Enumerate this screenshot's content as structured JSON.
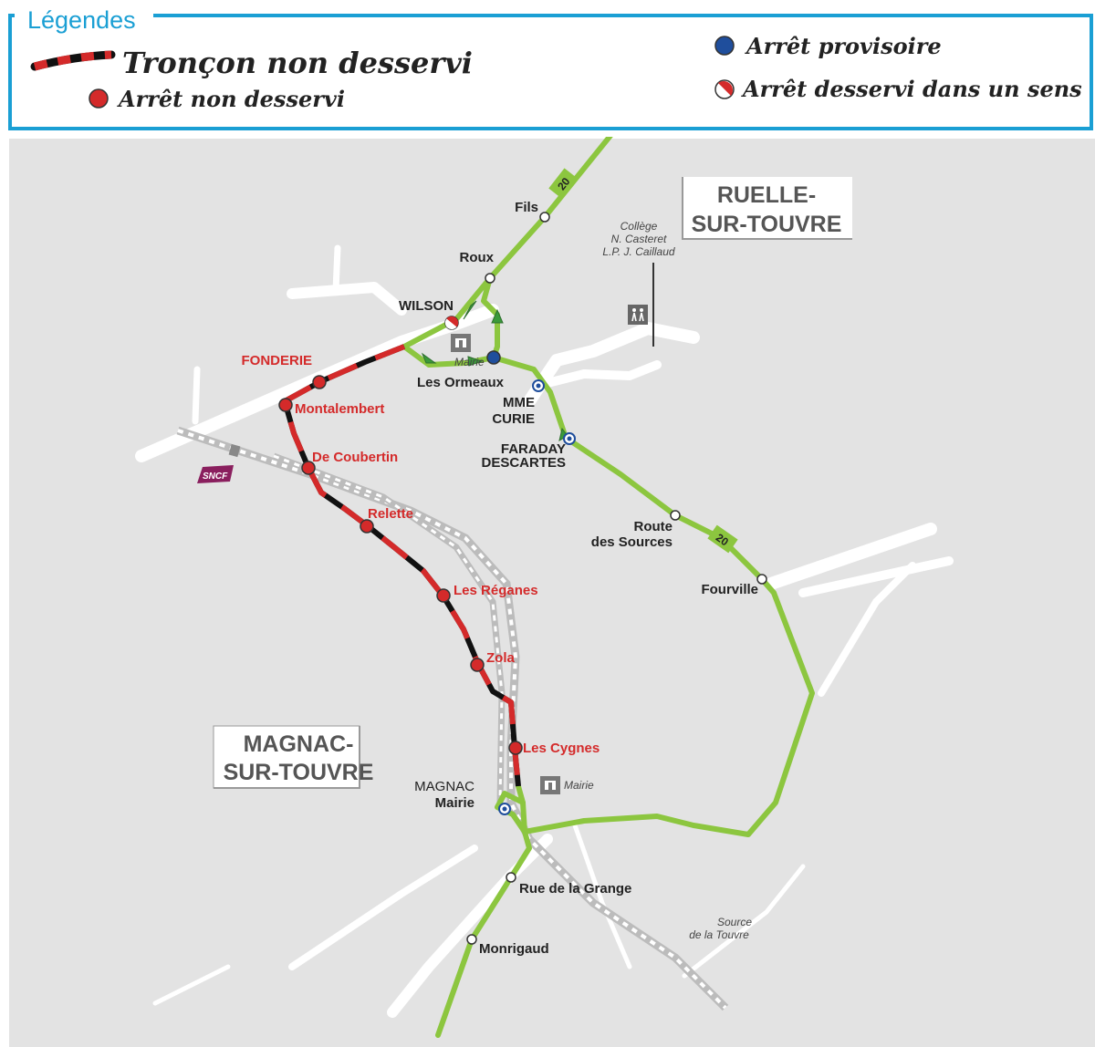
{
  "legend": {
    "title": "Légendes",
    "items": {
      "non_served_section": "Tronçon non desservi",
      "non_served_stop": "Arrêt non desservi",
      "temporary_stop": "Arrêt provisoire",
      "one_way_stop": "Arrêt desservi dans un sens"
    }
  },
  "towns": {
    "ruelle_line1": "RUELLE-",
    "ruelle_line2": "SUR-TOUVRE",
    "magnac_line1": "MAGNAC-",
    "magnac_line2": "SUR-TOUVRE"
  },
  "line": {
    "number": "20",
    "color": "#8cc63f",
    "disrupted_color": "#d42a2a"
  },
  "stops": {
    "fils": "Fils",
    "roux": "Roux",
    "wilson": "WILSON",
    "les_ormeaux": "Les Ormeaux",
    "mme_curie_1": "MME",
    "mme_curie_2": "CURIE",
    "faraday_1": "FARADAY",
    "faraday_2": "DESCARTES",
    "route_sources_1": "Route",
    "route_sources_2": "des Sources",
    "fourville": "Fourville",
    "fonderie": "FONDERIE",
    "montalembert": "Montalembert",
    "de_coubertin": "De Coubertin",
    "relette": "Relette",
    "les_reganes": "Les Réganes",
    "zola": "Zola",
    "les_cygnes": "Les Cygnes",
    "magnac_mairie_1": "MAGNAC",
    "magnac_mairie_2": "Mairie",
    "rue_grange": "Rue de la Grange",
    "monrigaud": "Monrigaud"
  },
  "places": {
    "college_1": "Collège",
    "college_2": "N. Casteret",
    "college_3": "L.P. J. Caillaud",
    "mairie_ruelle": "Mairie",
    "mairie_magnac": "Mairie",
    "source_1": "Source",
    "source_2": "de la Touvre",
    "sncf": "SNCF"
  }
}
